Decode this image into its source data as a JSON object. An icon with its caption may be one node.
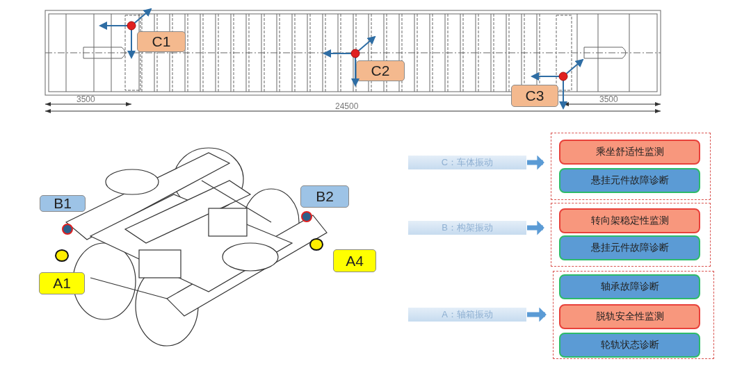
{
  "diagram": {
    "nodes": [
      {
        "text": [
          "C1"
        ]
      },
      {
        "text": [
          "C2"
        ]
      },
      {
        "text": [
          "C3"
        ]
      },
      {
        "text": [
          "B1"
        ]
      },
      {
        "text": [
          "B2"
        ]
      },
      {
        "text": [
          "A1"
        ]
      },
      {
        "text": [
          "A4"
        ]
      },
      {
        "text": [
          "C：车体振动"
        ]
      },
      {
        "text": [
          "B：构架振动"
        ]
      },
      {
        "text": [
          "A：轴箱振动"
        ]
      },
      {
        "text": [],
        "shape": "box"
      },
      {
        "text": [
          "乘坐舒适性监测"
        ],
        "in": 10
      },
      {
        "text": [
          "悬挂元件故障诊断"
        ],
        "in": 10
      },
      {
        "text": [],
        "shape": "box"
      },
      {
        "text": [
          "转向架稳定性监测"
        ],
        "in": 13
      },
      {
        "text": [
          "悬挂元件故障诊断"
        ],
        "in": 13
      },
      {
        "text": [],
        "shape": "box"
      },
      {
        "text": [
          "轴承故障诊断"
        ],
        "in": 16
      },
      {
        "text": [
          "脱轨安全性监测"
        ],
        "in": 16
      },
      {
        "text": [
          "轮轨状态诊断"
        ],
        "in": 16
      }
    ],
    "edges": [
      {
        "from": 7,
        "to": 10,
        "arrow": "to"
      },
      {
        "from": 8,
        "to": 13,
        "arrow": "to"
      },
      {
        "from": 9,
        "to": 16,
        "arrow": "to"
      }
    ],
    "labels": [
      "3500",
      "24500",
      "3500"
    ]
  }
}
